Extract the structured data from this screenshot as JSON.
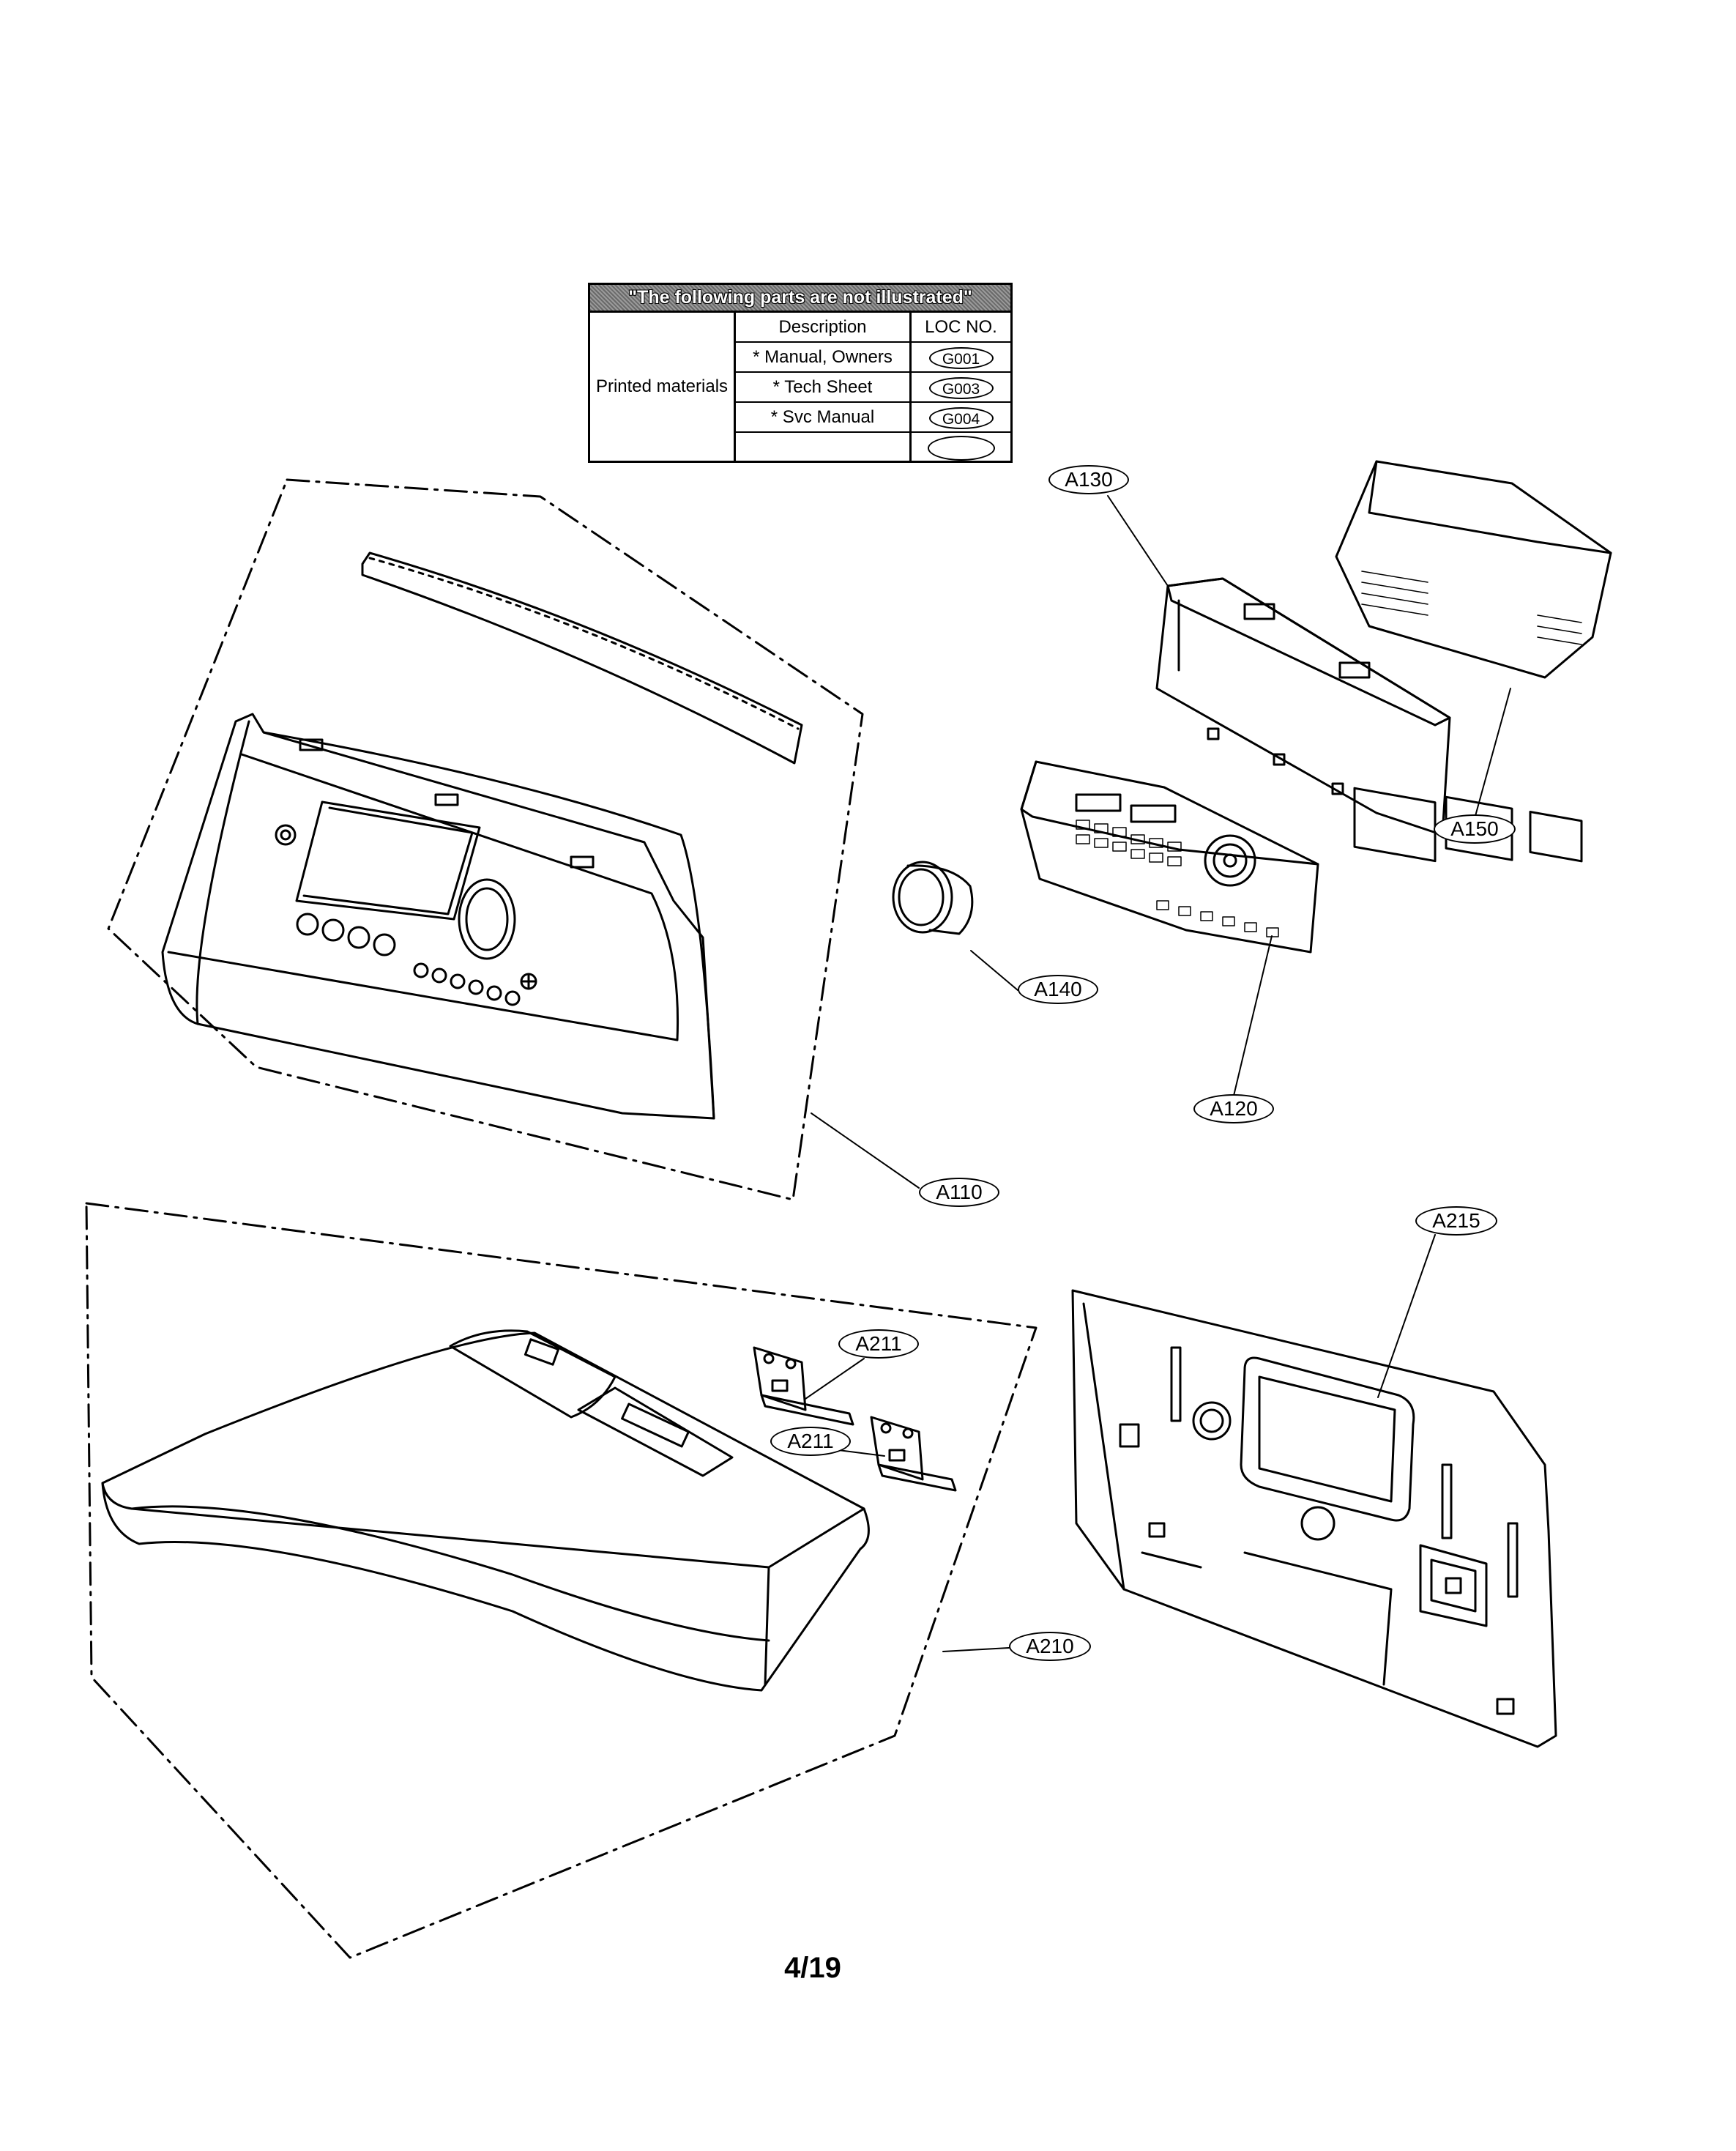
{
  "parts_table": {
    "header": "\"The following parts are not illustrated\"",
    "category": "Printed materials",
    "columns": [
      "Description",
      "LOC NO."
    ],
    "rows": [
      {
        "description": "* Manual, Owners",
        "loc": "G001"
      },
      {
        "description": "* Tech Sheet",
        "loc": "G003"
      },
      {
        "description": "* Svc Manual",
        "loc": "G004"
      },
      {
        "description": "",
        "loc": ""
      }
    ]
  },
  "callouts": {
    "a130": "A130",
    "a150": "A150",
    "a140": "A140",
    "a120": "A120",
    "a110": "A110",
    "a215": "A215",
    "a211_upper": "A211",
    "a211_lower": "A211",
    "a210": "A210"
  },
  "page_number": "4/19"
}
